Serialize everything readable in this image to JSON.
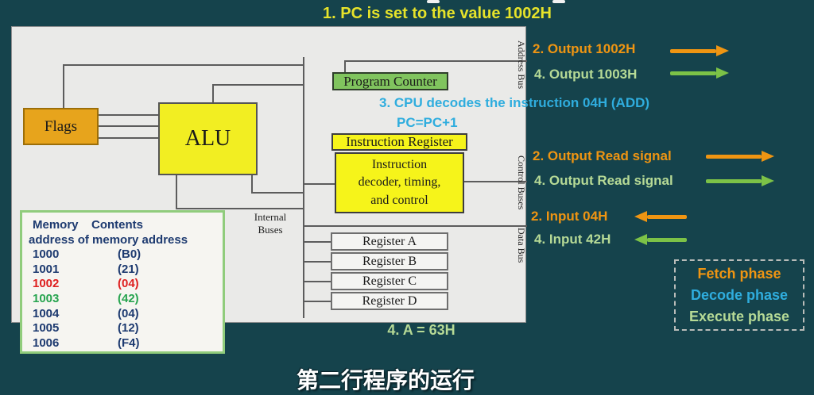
{
  "top_heading": "1. PC is set to the value 1002H",
  "cpu_diagram": {
    "flags_label": "Flags",
    "alu_label": "ALU",
    "program_counter_label": "Program Counter",
    "instruction_register_label": "Instruction Register",
    "decoder_line1": "Instruction",
    "decoder_line2": "decoder, timing,",
    "decoder_line3": "and control",
    "registers": [
      "Register A",
      "Register B",
      "Register C",
      "Register D"
    ],
    "internal_buses_line1": "Internal",
    "internal_buses_line2": "Buses",
    "address_bus_label": "Address Bus",
    "control_buses_label": "Control Buses",
    "data_bus_label": "Data Bus"
  },
  "memory_table": {
    "header_col1": "Memory",
    "header_col2": "Contents",
    "header_line2": "address of memory address",
    "rows": [
      {
        "address": "1000",
        "contents": "(B0)",
        "highlight": "none"
      },
      {
        "address": "1001",
        "contents": "(21)",
        "highlight": "none"
      },
      {
        "address": "1002",
        "contents": "(04)",
        "highlight": "red"
      },
      {
        "address": "1003",
        "contents": "(42)",
        "highlight": "green"
      },
      {
        "address": "1004",
        "contents": "(04)",
        "highlight": "none"
      },
      {
        "address": "1005",
        "contents": "(12)",
        "highlight": "none"
      },
      {
        "address": "1006",
        "contents": "(F4)",
        "highlight": "none"
      }
    ]
  },
  "bus_annotations": {
    "address_out_fetch": "2. Output 1002H",
    "address_out_execute": "4. Output 1003H",
    "decode_note": "3. CPU decodes the instruction 04H (ADD)",
    "pc_increment_note": "PC=PC+1",
    "control_out_fetch": "2. Output Read signal",
    "control_out_execute": "4. Output Read signal",
    "data_in_fetch": "2. Input 04H",
    "data_in_execute": "4. Input 42H"
  },
  "result_note": "4. A = 63H",
  "phase_legend": {
    "fetch": "Fetch phase",
    "decode": "Decode phase",
    "execute": "Execute phase"
  },
  "bottom_title": "第二行程序的运行",
  "colors": {
    "background": "#15434c",
    "panel": "#eaeae8",
    "heading_yellow": "#e6e32a",
    "fetch_orange": "#ef9512",
    "execute_green_text": "#b6da96",
    "execute_green_arrow": "#7cc247",
    "decode_blue": "#2fadde",
    "flags_fill": "#e7a41c",
    "alu_fill": "#f2ee22",
    "program_counter_fill": "#80c45e",
    "instruction_boxes_fill": "#f6f41a",
    "memory_border": "#90cc7c",
    "memory_navy": "#1d3a70",
    "memory_red": "#de1f1f",
    "memory_green": "#27a44f"
  }
}
